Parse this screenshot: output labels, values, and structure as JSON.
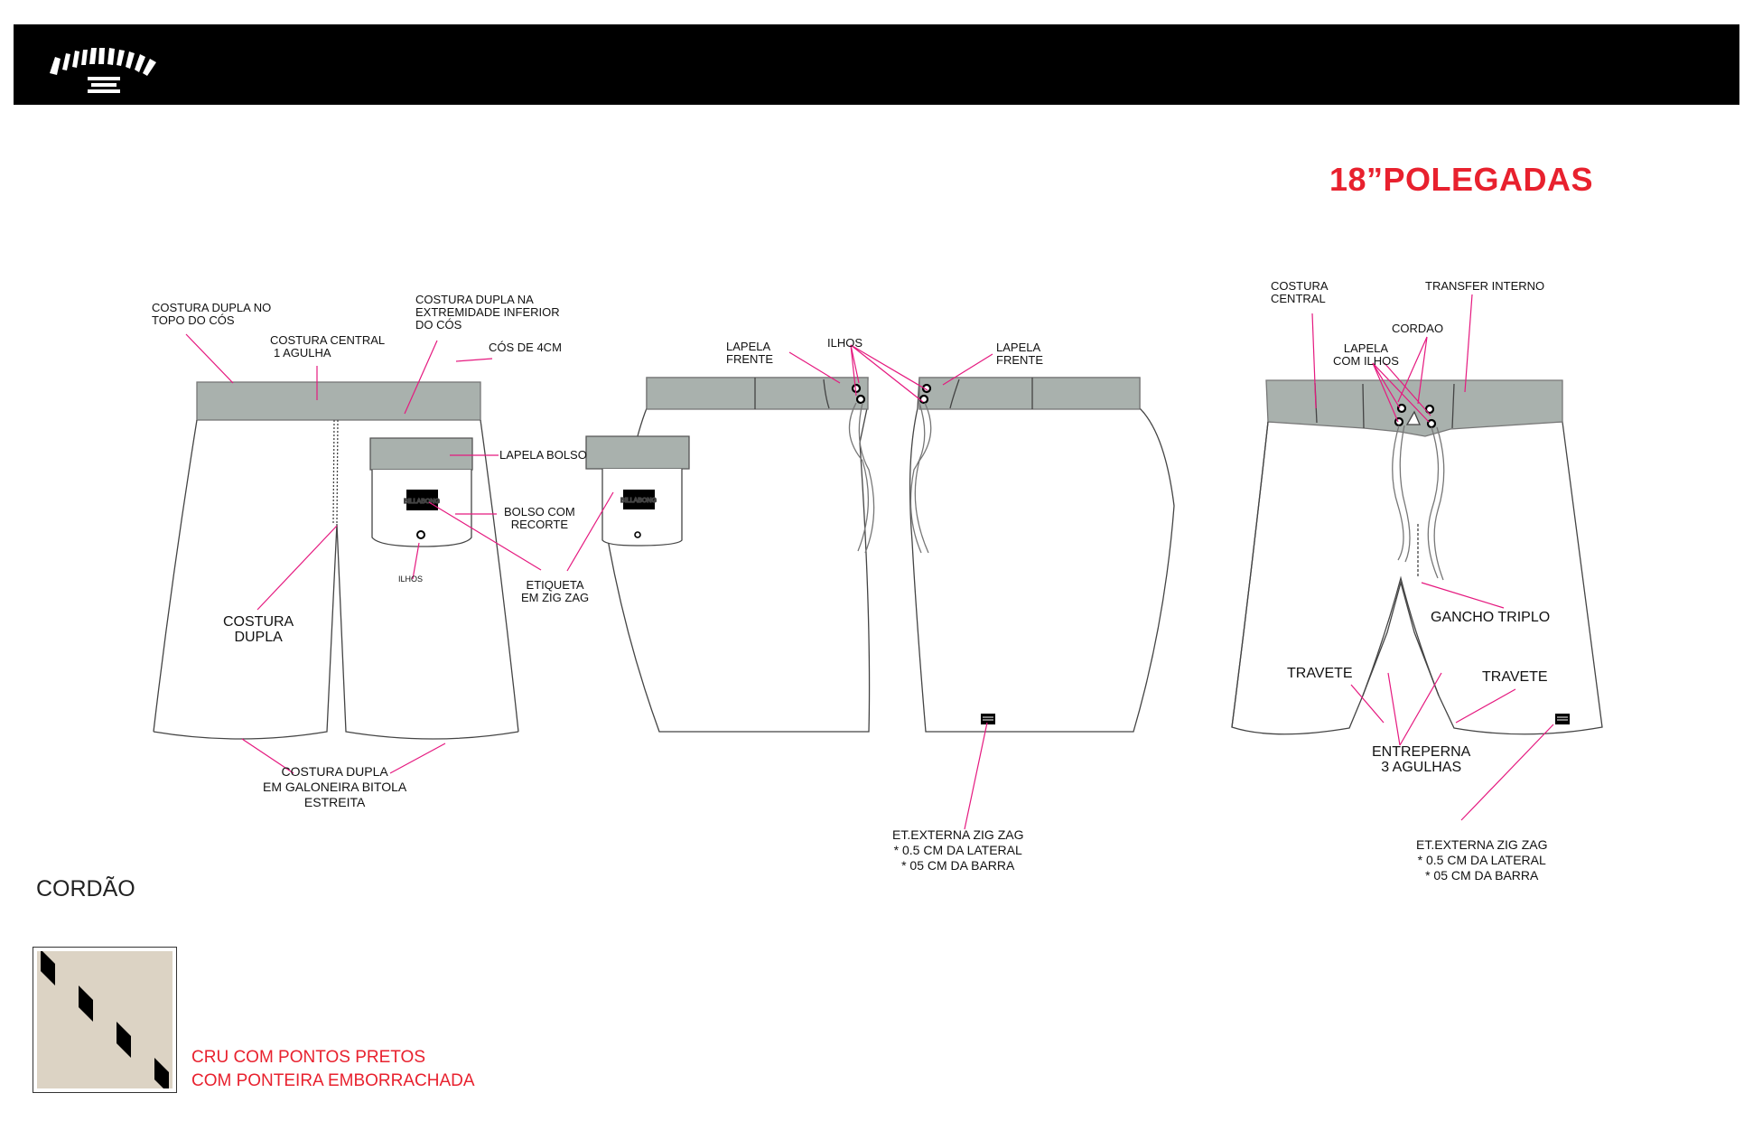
{
  "brand": {
    "logo_text": "BILLABONG"
  },
  "title": "18”POLEGADAS",
  "labels": {
    "costura_dupla_topo_1": "COSTURA DUPLA NO",
    "costura_dupla_topo_2": "TOPO DO CÓS",
    "costura_central_1": "COSTURA CENTRAL",
    "costura_central_2": "1 AGULHA",
    "costura_dupla_ext_1": "COSTURA DUPLA NA",
    "costura_dupla_ext_2": "EXTREMIDADE INFERIOR",
    "costura_dupla_ext_3": "DO CÓS",
    "cos_4cm": "CÓS DE 4CM",
    "lapela_bolso": "LAPELA BOLSO",
    "bolso_recorte_1": "BOLSO COM",
    "bolso_recorte_2": "RECORTE",
    "ilhos_bolso": "ILHOS",
    "etiqueta_1": "ETIQUETA",
    "etiqueta_2": "EM ZIG ZAG",
    "costura_dupla_side_1": "COSTURA",
    "costura_dupla_side_2": "DUPLA",
    "galoneira_1": "COSTURA DUPLA",
    "galoneira_2": "EM GALONEIRA BITOLA",
    "galoneira_3": "ESTREITA",
    "lapela_frente_left_1": "LAPELA",
    "lapela_frente_left_2": "FRENTE",
    "ilhos_top": "ILHOS",
    "lapela_frente_right_1": "LAPELA",
    "lapela_frente_right_2": "FRENTE",
    "et_externa_mid_1": "ET.EXTERNA ZIG ZAG",
    "et_externa_mid_2": "* 0.5 CM DA LATERAL",
    "et_externa_mid_3": "* 05 CM DA BARRA",
    "costura_central_front_1": "COSTURA",
    "costura_central_front_2": "CENTRAL",
    "transfer_interno": "TRANSFER INTERNO",
    "cordao_label": "CORDAO",
    "lapela_ilhos_1": "LAPELA",
    "lapela_ilhos_2": "COM ILHOS",
    "gancho_triplo": "GANCHO TRIPLO",
    "travete_left": "TRAVETE",
    "travete_right": "TRAVETE",
    "entreperna_1": "ENTREPERNA",
    "entreperna_2": "3 AGULHAS",
    "et_externa_right_1": "ET.EXTERNA ZIG ZAG",
    "et_externa_right_2": "* 0.5 CM DA LATERAL",
    "et_externa_right_3": "* 05 CM DA BARRA"
  },
  "cordao": {
    "title": "CORDÃO",
    "note_1": "CRU COM PONTOS PRETOS",
    "note_2": "COM PONTEIRA EMBORRACHADA",
    "swatch_color": "#dcd3c4"
  },
  "colors": {
    "accent_red": "#e8212e",
    "leader_magenta": "#e5197f",
    "waistband_gray": "#a9b1ad"
  }
}
